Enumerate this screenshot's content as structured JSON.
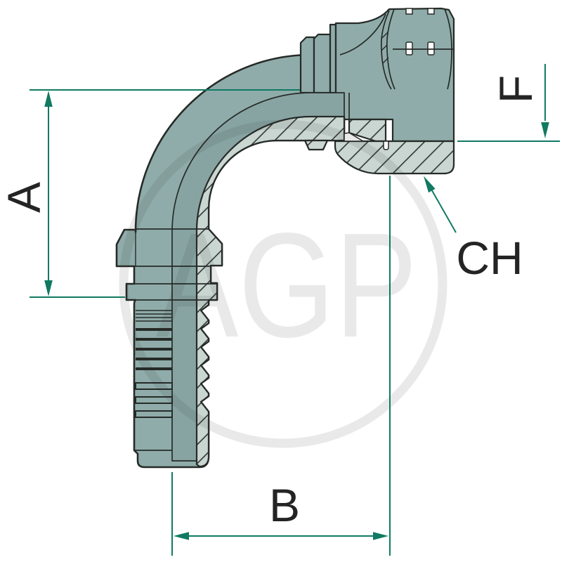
{
  "drawing": {
    "type": "technical-drawing-90deg-hose-fitting",
    "labels": {
      "a": "A",
      "b": "B",
      "f": "F",
      "ch": "CH"
    },
    "watermark": "AGP",
    "colors": {
      "teal": "#8FACAA",
      "teal-dark": "#87A4A3",
      "hatch-bg": "#C9D6D2",
      "ink": "#262B27",
      "dim-green": "#107A62",
      "label-ink": "#242424",
      "wm-gray": "rgba(40,40,40,0.10)",
      "bg": "#FFFFFF"
    }
  }
}
